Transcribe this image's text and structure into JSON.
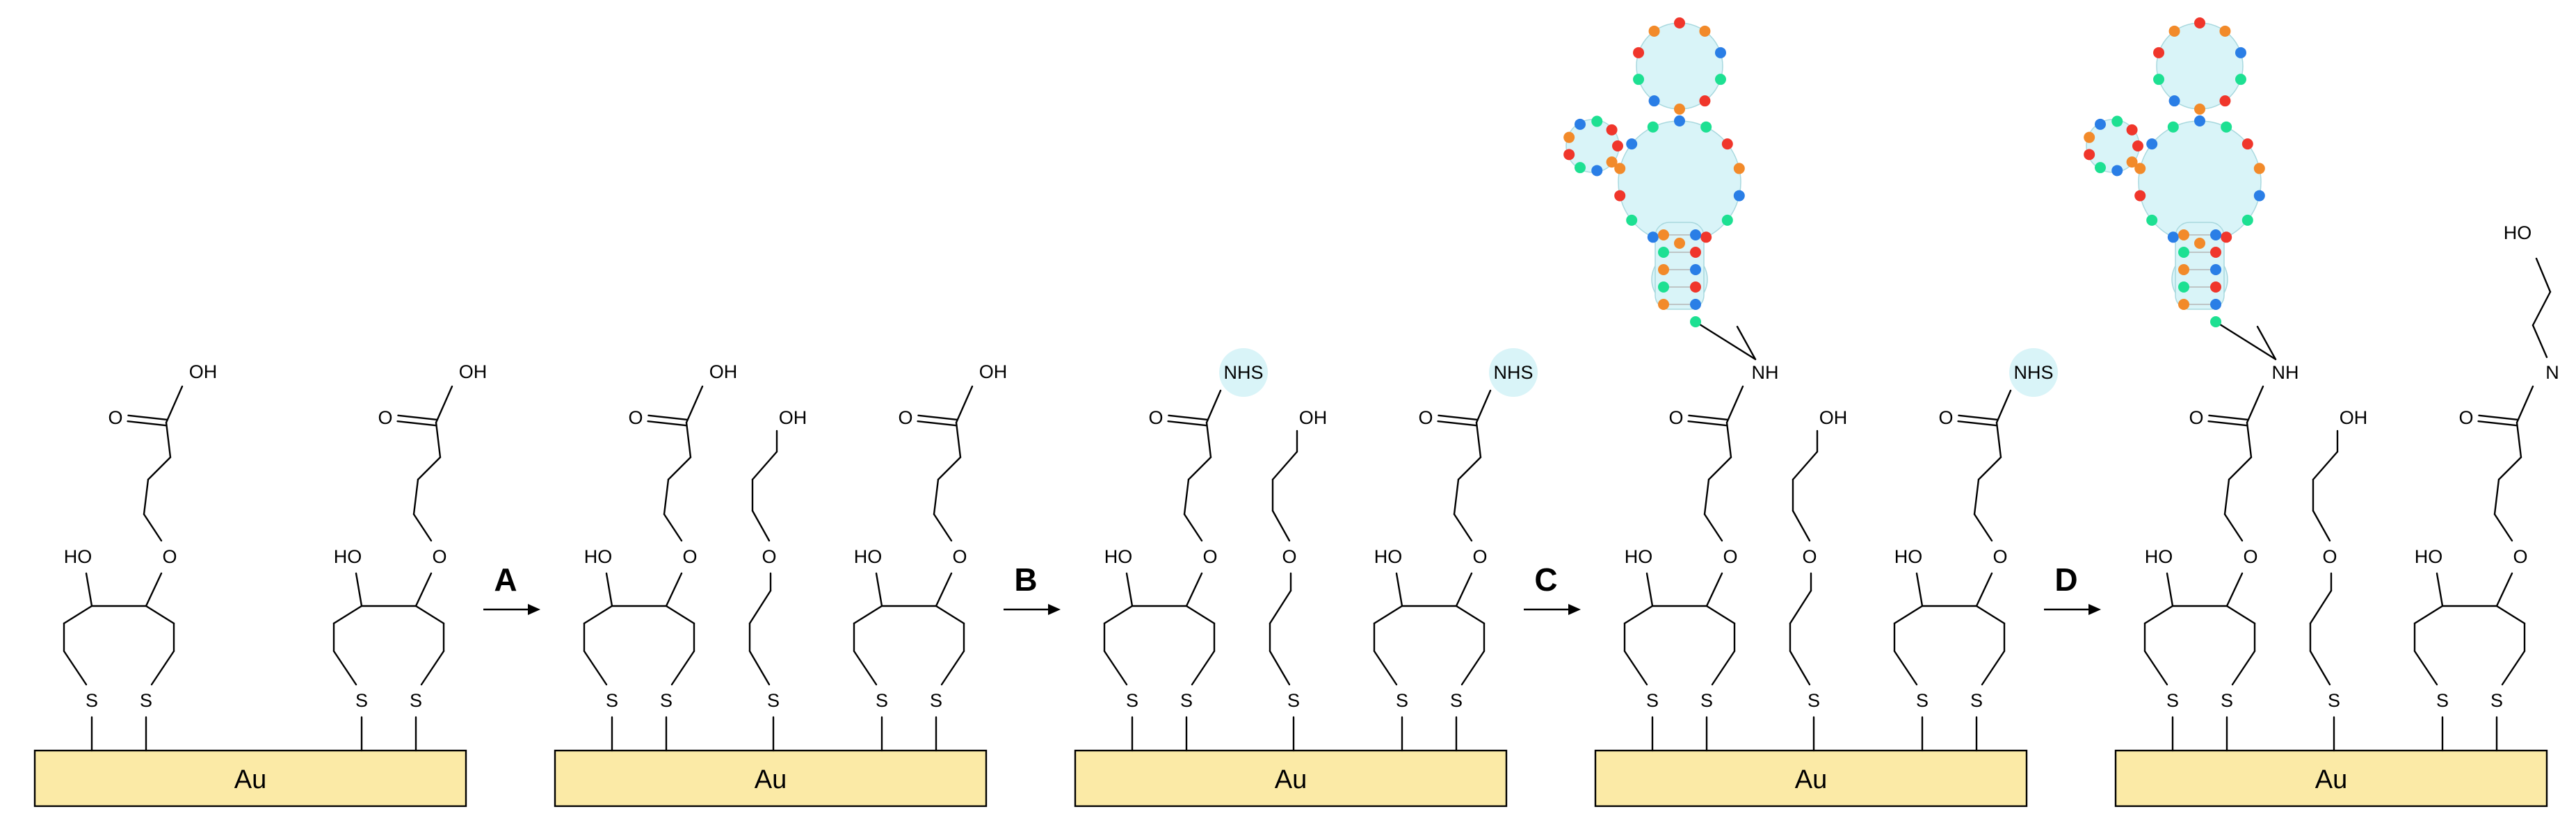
{
  "substrate_label": "Au",
  "atoms": {
    "sulfur": "S",
    "oxygen": "O",
    "hydroxyl_right": "OH",
    "hydroxyl_left": "HO",
    "carbonyl": "O",
    "amide": "NH",
    "tertiary_amine": "N",
    "ester": "NHS"
  },
  "steps": [
    "A",
    "B",
    "C",
    "D"
  ],
  "colors": {
    "gold": "#fbeaa6",
    "nhs_halo": "#d9f4f8",
    "nucleotide_red": "#f0362b",
    "nucleotide_orange": "#f28a2a",
    "nucleotide_blue": "#2a7ee6",
    "nucleotide_green": "#1de092"
  }
}
